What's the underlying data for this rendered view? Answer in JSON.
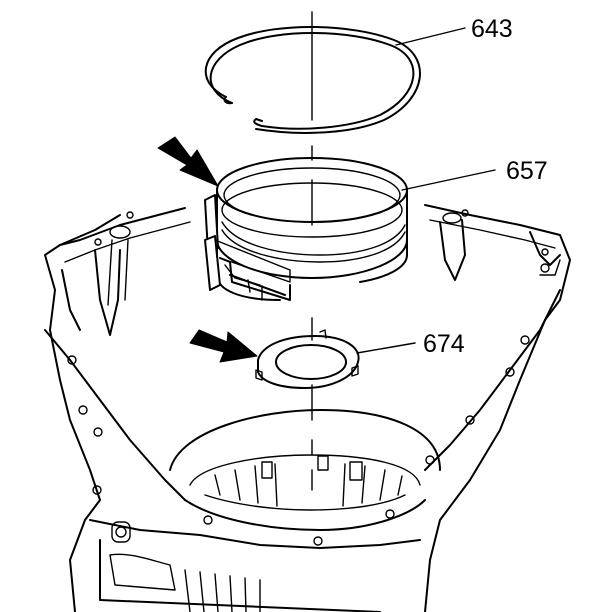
{
  "callouts": [
    {
      "id": "snap-ring",
      "label": "643"
    },
    {
      "id": "band",
      "label": "657"
    },
    {
      "id": "thrust-washer",
      "label": "674"
    }
  ]
}
